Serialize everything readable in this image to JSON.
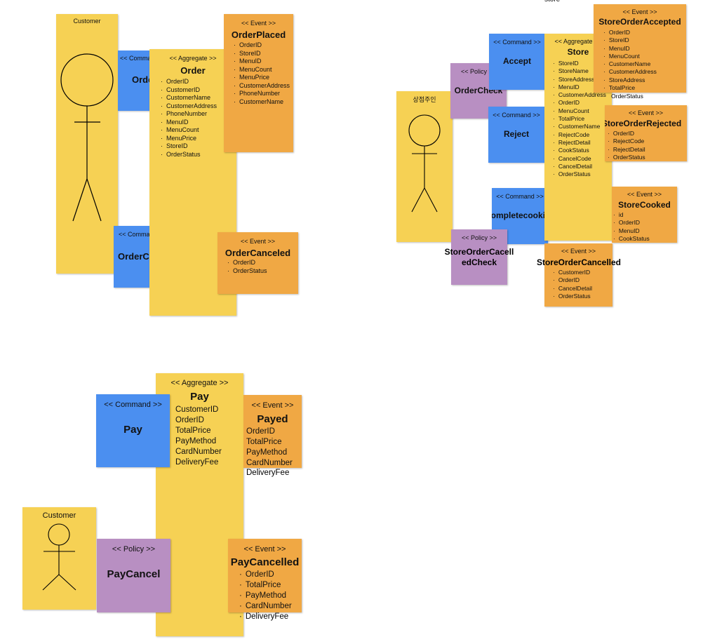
{
  "top_label": "store",
  "board1": {
    "actor": "Customer",
    "command_order": {
      "stereotype": "<< Command >>",
      "title": "Order"
    },
    "command_cancel": {
      "stereotype": "<< Command >>",
      "title": "OrderCancel"
    },
    "aggregate": {
      "stereotype": "<< Aggregate >>",
      "title": "Order",
      "fields": [
        "OrderID",
        "CustomerID",
        "CustomerName",
        "CustomerAddress",
        "PhoneNumber",
        "MenuID",
        "MenuCount",
        "MenuPrice",
        "StoreID",
        "OrderStatus"
      ]
    },
    "event_placed": {
      "stereotype": "<< Event >>",
      "title": "OrderPlaced",
      "fields": [
        "OrderID",
        "StoreID",
        "MenuID",
        "MenuCount",
        "MenuPrice",
        "CustomerAddress",
        "PhoneNumber",
        "CustomerName"
      ]
    },
    "event_canceled": {
      "stereotype": "<< Event >>",
      "title": "OrderCanceled",
      "fields": [
        "OrderID",
        "OrderStatus"
      ]
    }
  },
  "board2": {
    "actor": "상점주인",
    "policy_ordercheck": {
      "stereotype": "<< Policy >>",
      "title": "OrderCheck"
    },
    "command_accept": {
      "stereotype": "<< Command >>",
      "title": "Accept"
    },
    "command_reject": {
      "stereotype": "<< Command >>",
      "title": "Reject"
    },
    "command_cook": {
      "stereotype": "<< Command >>",
      "title": "completecooking"
    },
    "policy_cancelcheck": {
      "stereotype": "<< Policy >>",
      "title_line1": "StoreOrderCacell",
      "title_line2": "edCheck"
    },
    "aggregate": {
      "stereotype": "<< Aggregate >>",
      "title": "Store",
      "fields": [
        "StoreID",
        "StoreName",
        "StoreAddress",
        "MenuID",
        "CustomerAddress",
        "OrderID",
        "MenuCount",
        "TotalPrice",
        "CustomerName",
        "RejectCode",
        "RejectDetail",
        "CookStatus",
        "CancelCode",
        "CancelDetail",
        "OrderStatus"
      ]
    },
    "event_accepted": {
      "stereotype": "<< Event >>",
      "title": "StoreOrderAccepted",
      "fields": [
        "OrderID",
        "StoreID",
        "MenuID",
        "MenuCount",
        "CustomerName",
        "CustomerAddress",
        "StoreAddress",
        "TotalPrice"
      ],
      "overflow": "OrderStatus"
    },
    "event_rejected": {
      "stereotype": "<< Event >>",
      "title": "StoreOrderRejected",
      "fields": [
        "OrderID",
        "RejectCode",
        "RejectDetail",
        "OrderStatus"
      ]
    },
    "event_cooked": {
      "stereotype": "<< Event >>",
      "title": "StoreCooked",
      "fields": [
        "id",
        "OrderID",
        "MenuID",
        "CookStatus"
      ]
    },
    "event_cancelled": {
      "stereotype": "<< Event >>",
      "title": "StoreOrderCancelled",
      "fields": [
        "CustomerID",
        "OrderID",
        "CancelDetail",
        "OrderStatus"
      ]
    }
  },
  "board3": {
    "actor": "Customer",
    "command_pay": {
      "stereotype": "<< Command >>",
      "title": "Pay"
    },
    "aggregate": {
      "stereotype": "<< Aggregate >>",
      "title": "Pay",
      "fields": [
        "CustomerID",
        "OrderID",
        "TotalPrice",
        "PayMethod",
        "CardNumber",
        "DeliveryFee"
      ]
    },
    "event_payed": {
      "stereotype": "<< Event >>",
      "title": "Payed",
      "fields": [
        "OrderID",
        "TotalPrice",
        "PayMethod",
        "CardNumber"
      ],
      "overflow": "DeliveryFee"
    },
    "policy_paycancel": {
      "stereotype": "<< Policy >>",
      "title": "PayCancel"
    },
    "event_paycancelled": {
      "stereotype": "<< Event >>",
      "title": "PayCancelled",
      "fields": [
        "OrderID",
        "TotalPrice",
        "PayMethod",
        "CardNumber"
      ],
      "overflow": "DeliveryFee"
    }
  }
}
